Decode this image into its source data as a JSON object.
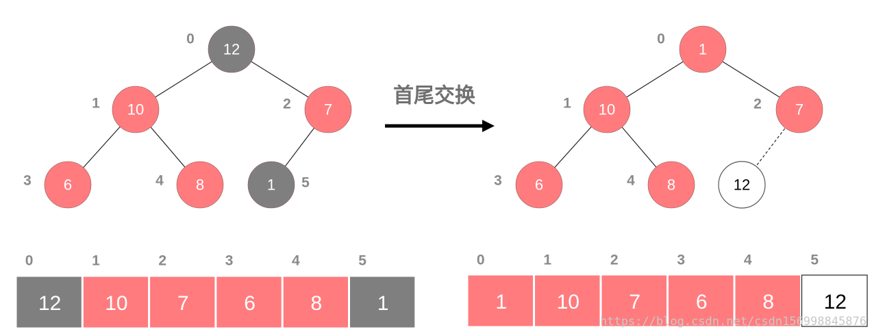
{
  "colors": {
    "highlight": "#ff7b7e",
    "swapped": "#7f7f7f",
    "sorted": "#ffffff",
    "edge": "#222222",
    "index_text": "#8a8a8a"
  },
  "action_label": "首尾交换",
  "watermark": "https://blog.csdn.net/csdn156998845876",
  "before": {
    "nodes": [
      {
        "index": "0",
        "value": "12",
        "state": "swapped"
      },
      {
        "index": "1",
        "value": "10",
        "state": "highlight"
      },
      {
        "index": "2",
        "value": "7",
        "state": "highlight"
      },
      {
        "index": "3",
        "value": "6",
        "state": "highlight"
      },
      {
        "index": "4",
        "value": "8",
        "state": "highlight"
      },
      {
        "index": "5",
        "value": "1",
        "state": "swapped"
      }
    ],
    "edges": [
      [
        0,
        1
      ],
      [
        0,
        2
      ],
      [
        1,
        3
      ],
      [
        1,
        4
      ],
      [
        2,
        5
      ]
    ],
    "dashed_edges": [],
    "array": [
      {
        "index": "0",
        "value": "12",
        "state": "swapped"
      },
      {
        "index": "1",
        "value": "10",
        "state": "highlight"
      },
      {
        "index": "2",
        "value": "7",
        "state": "highlight"
      },
      {
        "index": "3",
        "value": "6",
        "state": "highlight"
      },
      {
        "index": "4",
        "value": "8",
        "state": "highlight"
      },
      {
        "index": "5",
        "value": "1",
        "state": "swapped"
      }
    ]
  },
  "after": {
    "nodes": [
      {
        "index": "0",
        "value": "1",
        "state": "highlight"
      },
      {
        "index": "1",
        "value": "10",
        "state": "highlight"
      },
      {
        "index": "2",
        "value": "7",
        "state": "highlight"
      },
      {
        "index": "3",
        "value": "6",
        "state": "highlight"
      },
      {
        "index": "4",
        "value": "8",
        "state": "highlight"
      },
      {
        "index": "5",
        "value": "12",
        "state": "sorted"
      }
    ],
    "edges": [
      [
        0,
        1
      ],
      [
        0,
        2
      ],
      [
        1,
        3
      ],
      [
        1,
        4
      ]
    ],
    "dashed_edges": [
      [
        2,
        5
      ]
    ],
    "array": [
      {
        "index": "0",
        "value": "1",
        "state": "highlight"
      },
      {
        "index": "1",
        "value": "10",
        "state": "highlight"
      },
      {
        "index": "2",
        "value": "7",
        "state": "highlight"
      },
      {
        "index": "3",
        "value": "6",
        "state": "highlight"
      },
      {
        "index": "4",
        "value": "8",
        "state": "highlight"
      },
      {
        "index": "5",
        "value": "12",
        "state": "sorted"
      }
    ]
  }
}
